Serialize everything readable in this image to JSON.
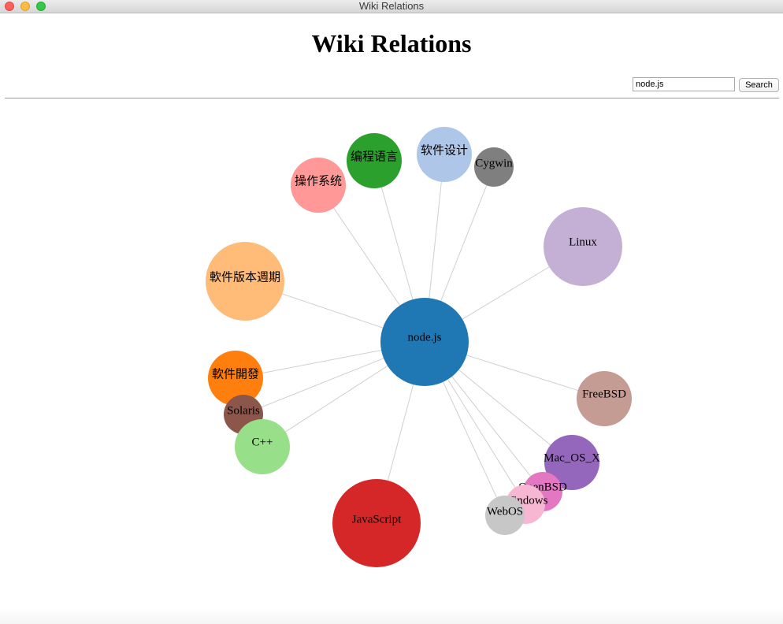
{
  "window": {
    "title": "Wiki Relations"
  },
  "page": {
    "title": "Wiki Relations"
  },
  "search": {
    "value": "node.js",
    "button_label": "Search"
  },
  "graph": {
    "center": "node.js",
    "nodes": [
      {
        "id": "node.js",
        "label": "node.js",
        "color": "#1f77b4"
      },
      {
        "id": "操作系统",
        "label": "操作系统",
        "color": "#ff9896"
      },
      {
        "id": "编程语言",
        "label": "编程语言",
        "color": "#2ca02c"
      },
      {
        "id": "软件设计",
        "label": "软件设计",
        "color": "#aec7e8"
      },
      {
        "id": "Cygwin",
        "label": "Cygwin",
        "color": "#7f7f7f"
      },
      {
        "id": "Linux",
        "label": "Linux",
        "color": "#c5b0d5"
      },
      {
        "id": "軟件版本週期",
        "label": "軟件版本週期",
        "color": "#ffbb78"
      },
      {
        "id": "軟件開發",
        "label": "軟件開發",
        "color": "#ff7f0e"
      },
      {
        "id": "Solaris",
        "label": "Solaris",
        "color": "#8c564b"
      },
      {
        "id": "C++",
        "label": "C++",
        "color": "#98df8a"
      },
      {
        "id": "FreeBSD",
        "label": "FreeBSD",
        "color": "#c49c94"
      },
      {
        "id": "Mac_OS_X",
        "label": "Mac_OS_X",
        "color": "#9467bd"
      },
      {
        "id": "OpenBSD",
        "label": "OpenBSD",
        "color": "#e377c2"
      },
      {
        "id": "Windows",
        "label": "Windows",
        "color": "#f7b6d2"
      },
      {
        "id": "WebOS",
        "label": "WebOS",
        "color": "#c7c7c7"
      },
      {
        "id": "JavaScript",
        "label": "JavaScript",
        "color": "#d62728"
      }
    ],
    "links": [
      {
        "source": "node.js",
        "target": "操作系统"
      },
      {
        "source": "node.js",
        "target": "编程语言"
      },
      {
        "source": "node.js",
        "target": "软件设计"
      },
      {
        "source": "node.js",
        "target": "Cygwin"
      },
      {
        "source": "node.js",
        "target": "Linux"
      },
      {
        "source": "node.js",
        "target": "軟件版本週期"
      },
      {
        "source": "node.js",
        "target": "軟件開發"
      },
      {
        "source": "node.js",
        "target": "Solaris"
      },
      {
        "source": "node.js",
        "target": "C++"
      },
      {
        "source": "node.js",
        "target": "FreeBSD"
      },
      {
        "source": "node.js",
        "target": "Mac_OS_X"
      },
      {
        "source": "node.js",
        "target": "OpenBSD"
      },
      {
        "source": "node.js",
        "target": "Windows"
      },
      {
        "source": "node.js",
        "target": "WebOS"
      },
      {
        "source": "node.js",
        "target": "JavaScript"
      }
    ]
  }
}
